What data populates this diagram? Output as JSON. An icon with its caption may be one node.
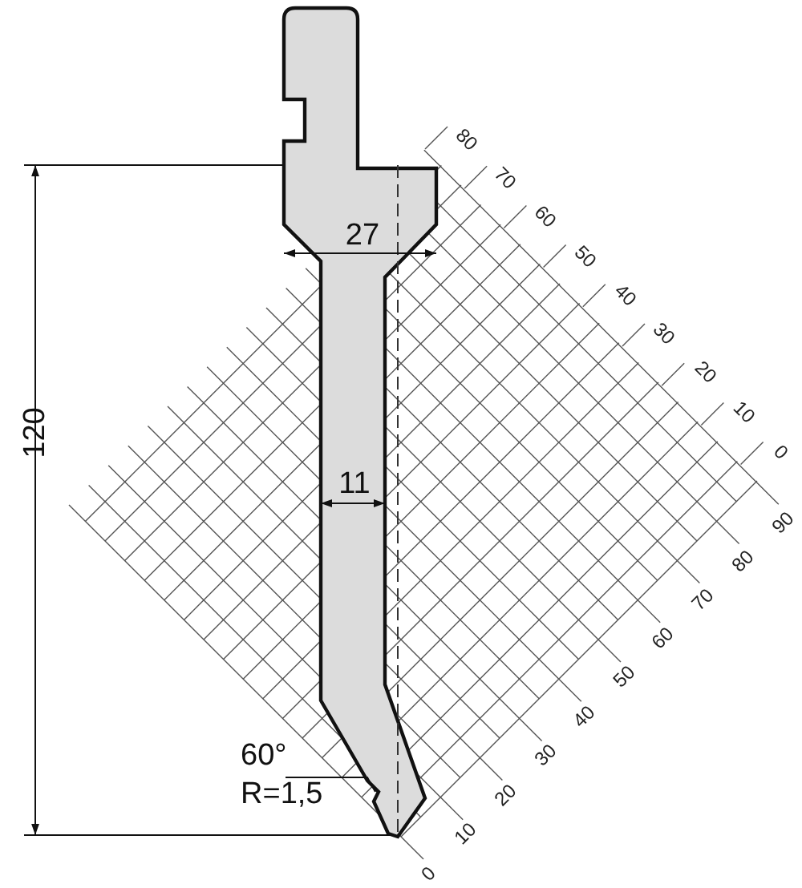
{
  "diagram": {
    "nodes": [
      {
        "text": [
          "60°",
          "R=1,5"
        ]
      },
      {
        "text": [],
        "shape": "picture"
      }
    ],
    "edges": [
      {
        "from": 0,
        "to": 1,
        "arrow": "none"
      }
    ],
    "labels": [
      "80",
      "70",
      "60",
      "50",
      "40",
      "30",
      "20",
      "10",
      "0",
      "27",
      "120",
      "11",
      "90",
      "80",
      "70",
      "60",
      "50",
      "40",
      "30",
      "20",
      "10",
      "0"
    ]
  }
}
